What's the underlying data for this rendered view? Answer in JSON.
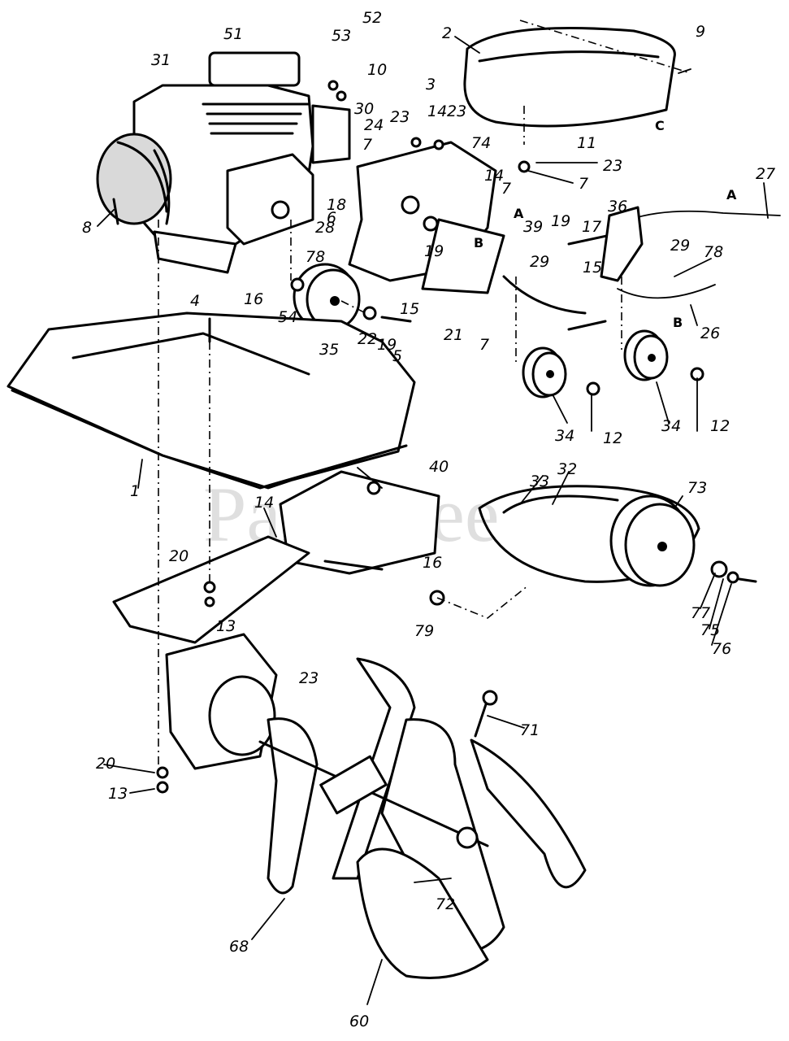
{
  "watermark": "PartsTree",
  "callouts": [
    {
      "id": "c51",
      "text": "51"
    },
    {
      "id": "c31",
      "text": "31"
    },
    {
      "id": "c53",
      "text": "53"
    },
    {
      "id": "c52",
      "text": "52"
    },
    {
      "id": "c10",
      "text": "10"
    },
    {
      "id": "c2",
      "text": "2"
    },
    {
      "id": "c9",
      "text": "9"
    },
    {
      "id": "c3",
      "text": "3"
    },
    {
      "id": "c14a",
      "text": "14"
    },
    {
      "id": "c23a",
      "text": "23"
    },
    {
      "id": "c30",
      "text": "30"
    },
    {
      "id": "c24",
      "text": "24"
    },
    {
      "id": "c23b",
      "text": "23"
    },
    {
      "id": "c7a",
      "text": "7"
    },
    {
      "id": "c74",
      "text": "74"
    },
    {
      "id": "c14b",
      "text": "14"
    },
    {
      "id": "c7b",
      "text": "7"
    },
    {
      "id": "c11",
      "text": "11"
    },
    {
      "id": "c23c",
      "text": "23"
    },
    {
      "id": "c7c",
      "text": "7"
    },
    {
      "id": "c27",
      "text": "27"
    },
    {
      "id": "c18",
      "text": "18"
    },
    {
      "id": "c28",
      "text": "28"
    },
    {
      "id": "c6",
      "text": "6"
    },
    {
      "id": "c39",
      "text": "39"
    },
    {
      "id": "c36",
      "text": "36"
    },
    {
      "id": "c19a",
      "text": "19"
    },
    {
      "id": "c17",
      "text": "17"
    },
    {
      "id": "c78a",
      "text": "78"
    },
    {
      "id": "c19b",
      "text": "19"
    },
    {
      "id": "c29a",
      "text": "29"
    },
    {
      "id": "c78b",
      "text": "78"
    },
    {
      "id": "c8",
      "text": "8"
    },
    {
      "id": "c16a",
      "text": "16"
    },
    {
      "id": "c15a",
      "text": "15"
    },
    {
      "id": "c29b",
      "text": "29"
    },
    {
      "id": "c54",
      "text": "54"
    },
    {
      "id": "c15b",
      "text": "15"
    },
    {
      "id": "c26",
      "text": "26"
    },
    {
      "id": "c4",
      "text": "4"
    },
    {
      "id": "c35",
      "text": "35"
    },
    {
      "id": "c22",
      "text": "22"
    },
    {
      "id": "c19c",
      "text": "19"
    },
    {
      "id": "c5",
      "text": "5"
    },
    {
      "id": "c21",
      "text": "21"
    },
    {
      "id": "c7d",
      "text": "7"
    },
    {
      "id": "c34a",
      "text": "34"
    },
    {
      "id": "c12a",
      "text": "12"
    },
    {
      "id": "c34b",
      "text": "34"
    },
    {
      "id": "c12b",
      "text": "12"
    },
    {
      "id": "c1",
      "text": "1"
    },
    {
      "id": "c40",
      "text": "40"
    },
    {
      "id": "c33",
      "text": "33"
    },
    {
      "id": "c32",
      "text": "32"
    },
    {
      "id": "c73",
      "text": "73"
    },
    {
      "id": "c14c",
      "text": "14"
    },
    {
      "id": "c20a",
      "text": "20"
    },
    {
      "id": "c16b",
      "text": "16"
    },
    {
      "id": "c13a",
      "text": "13"
    },
    {
      "id": "c79",
      "text": "79"
    },
    {
      "id": "c77",
      "text": "77"
    },
    {
      "id": "c75",
      "text": "75"
    },
    {
      "id": "c76",
      "text": "76"
    },
    {
      "id": "c23d",
      "text": "23"
    },
    {
      "id": "c71",
      "text": "71"
    },
    {
      "id": "c20b",
      "text": "20"
    },
    {
      "id": "c13b",
      "text": "13"
    },
    {
      "id": "c72",
      "text": "72"
    },
    {
      "id": "c68",
      "text": "68"
    },
    {
      "id": "c60",
      "text": "60"
    }
  ],
  "reference_letters": [
    {
      "id": "lC",
      "text": "C"
    },
    {
      "id": "lA1",
      "text": "A"
    },
    {
      "id": "lA2",
      "text": "A"
    },
    {
      "id": "lB1",
      "text": "B"
    },
    {
      "id": "lB2",
      "text": "B"
    }
  ]
}
